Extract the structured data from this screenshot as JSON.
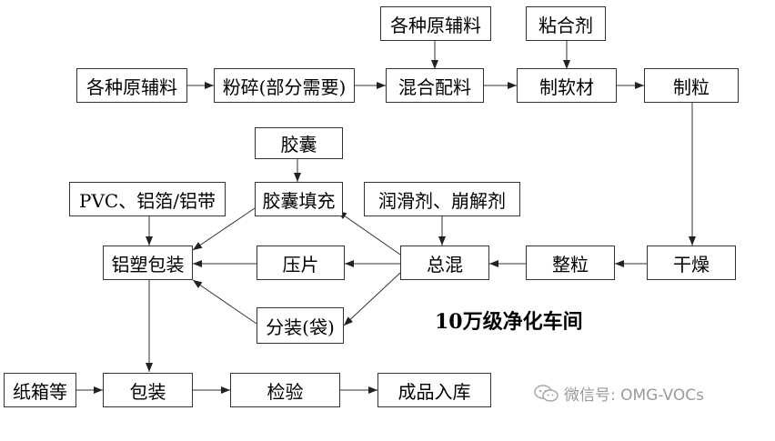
{
  "nodes": {
    "raw_left": "各种原辅料",
    "crush": "粉碎(部分需要)",
    "raw_top": "各种原辅料",
    "mix": "混合配料",
    "binder": "粘合剂",
    "soft": "制软材",
    "granulate": "制粒",
    "capsule": "胶囊",
    "capsule_fill": "胶囊填充",
    "lubricant": "润滑剂、崩解剂",
    "pvc": "PVC、铝箔/铝带",
    "blister": "铝塑包装",
    "tablet": "压片",
    "final_mix": "总混",
    "sizing": "整粒",
    "dry": "干燥",
    "sachet": "分装(袋)",
    "carton": "纸箱等",
    "pack": "包装",
    "inspect": "检验",
    "store": "成品入库"
  },
  "caption": "10万级净化车间",
  "watermark": "微信号: OMG-VOCs",
  "watermark_icon": "wechat-icon"
}
